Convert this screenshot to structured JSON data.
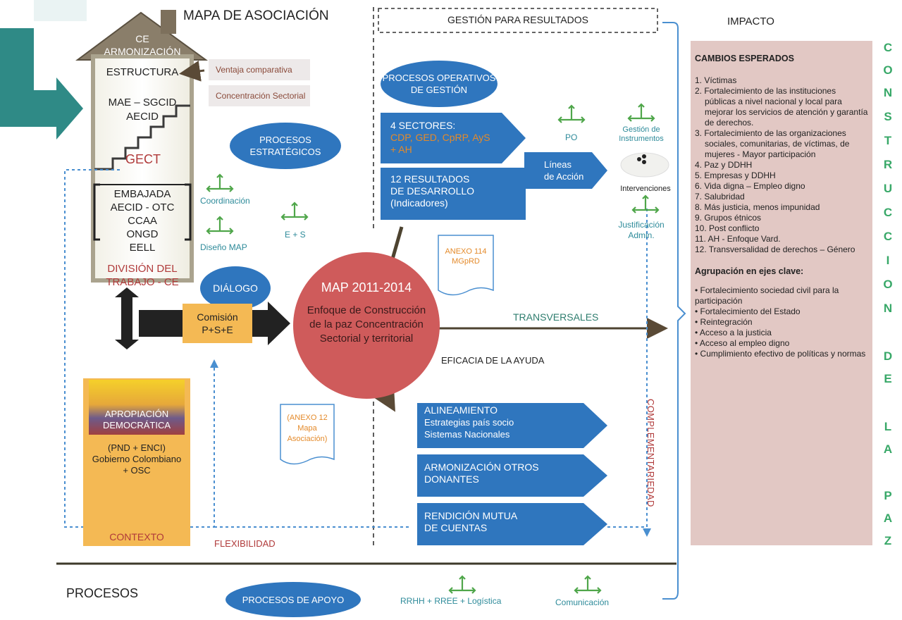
{
  "titles": {
    "mapa": "MAPA DE ASOCIACIÓN",
    "gestion": "GESTIÓN PARA RESULTADOS",
    "impacto": "IMPACTO",
    "procesos": "PROCESOS"
  },
  "house": {
    "roof_line1": "CE",
    "roof_line2": "ARMONIZACIÓN",
    "estructura": "ESTRUCTURA",
    "mae_line1": "MAE – SGCID",
    "mae_line2": "AECID",
    "gect": "GECT",
    "actors": [
      "EMBAJADA",
      "AECID - OTC",
      "CCAA",
      "ONGD",
      "EELL"
    ],
    "division_line1": "DIVISIÓN DEL",
    "division_line2": "TRABAJO - CE"
  },
  "side_labels": {
    "ventaja": "Ventaja comparativa",
    "concentracion": "Concentración Sectorial"
  },
  "ellipses": {
    "estrategicos_line1": "PROCESOS",
    "estrategicos_line2": "ESTRATÉGICOS",
    "dialogo": "DIÁLOGO",
    "operativos_line1": "PROCESOS OPERATIVOS",
    "operativos_line2": "DE GESTIÓN",
    "apoyo": "PROCESOS DE APOYO"
  },
  "small_labels": {
    "coordinacion": "Coordinación",
    "diseno": "Diseño MAP",
    "es": "E + S",
    "po": "PO",
    "gestion_instr_line1": "Gestión de",
    "gestion_instr_line2": "Instrumentos",
    "intervenciones": "Intervenciones",
    "justif_line1": "Justificación",
    "justif_line2": "Admin.",
    "rrhh": "RRHH + RREE + Logística",
    "comunicacion": "Comunicación"
  },
  "sectores": {
    "title": "4 SECTORES:",
    "line1": "CDP, GED, CpRP, AyS",
    "line2": "+ AH"
  },
  "resultados": {
    "line1": "12 RESULTADOS",
    "line2": "DE DESARROLLO",
    "line3": "(Indicadores)"
  },
  "lineas": {
    "line1": "Líneas",
    "line2": "de Acción"
  },
  "anexo114": {
    "line1": "ANEXO 114",
    "line2": "MGpRD"
  },
  "anexo12": {
    "line1": "(ANEXO 12",
    "line2": "Mapa",
    "line3": "Asociación)"
  },
  "map": {
    "title": "MAP 2011-2014",
    "line1": "Enfoque de Construcción",
    "line2": "de la paz Concentración",
    "line3": "Sectorial y territorial"
  },
  "comision": {
    "line1": "Comisión",
    "line2": "P+S+E"
  },
  "transversales": "TRANSVERSALES",
  "eficacia": "EFICACIA DE LA AYUDA",
  "complementariedad": "COMPLEMENTARIEDAD",
  "flexibilidad": "FLEXIBILIDAD",
  "alineamiento": {
    "line1": "ALINEAMIENTO",
    "line2": "Estrategias país socio",
    "line3": "Sistemas Nacionales"
  },
  "armonizacion": {
    "line1": "ARMONIZACIÓN OTROS",
    "line2": "DONANTES"
  },
  "rendicion": {
    "line1": "RENDICIÓN MUTUA",
    "line2": "DE CUENTAS"
  },
  "contexto": {
    "apropiacion_line1": "APROPIACIÓN",
    "apropiacion_line2": "DEMOCRÁTICA",
    "pnd_line1": "(PND + ENCI)",
    "pnd_line2": "Gobierno Colombiano",
    "pnd_line3": "+ OSC",
    "label": "CONTEXTO"
  },
  "cambios": {
    "title": "CAMBIOS ESPERADOS",
    "items": [
      "1. Víctimas",
      "2. Fortalecimiento de las instituciones públicas a nivel nacional y local para mejorar los servicios de atención y garantía de derechos.",
      "3. Fortalecimiento de las organizaciones sociales, comunitarias, de víctimas, de mujeres - Mayor participación",
      "4. Paz y DDHH",
      "5. Empresas y DDHH",
      "6. Vida digna – Empleo digno",
      "7. Salubridad",
      "8. Más justicia, menos impunidad",
      "9. Grupos étnicos",
      "10. Post conflicto",
      "11. AH - Enfoque Vard.",
      "12. Transversalidad de derechos – Género"
    ],
    "ejes_title": "Agrupación en ejes clave:",
    "ejes": [
      "• Fortalecimiento sociedad civil para la participación",
      "• Fortalecimiento del Estado",
      "• Reintegración",
      "• Acceso a la justicia",
      "• Acceso al empleo digno",
      "• Cumplimiento efectivo de políticas y normas"
    ]
  },
  "vertical_letters": [
    "C",
    "O",
    "N",
    "S",
    "T",
    "R",
    "U",
    "C",
    "C",
    "I",
    "O",
    "N",
    "D",
    "E",
    "L",
    "A",
    "P",
    "A",
    "Z"
  ]
}
